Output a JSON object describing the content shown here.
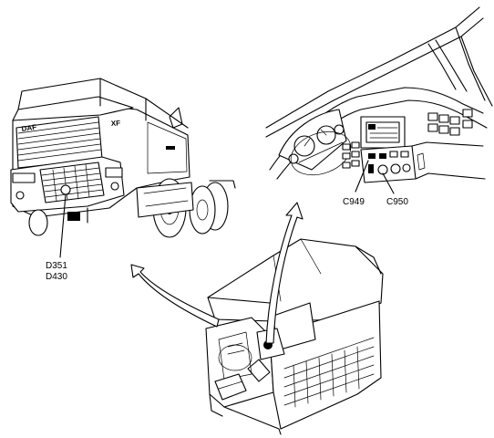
{
  "labels": {
    "d351": "D351",
    "d430": "D430",
    "c949": "C949",
    "c950": "C950"
  },
  "logos": {
    "grille_logo": "DAF",
    "cab_badge": "XF"
  },
  "colors": {
    "line": "#000000",
    "background": "#ffffff"
  }
}
